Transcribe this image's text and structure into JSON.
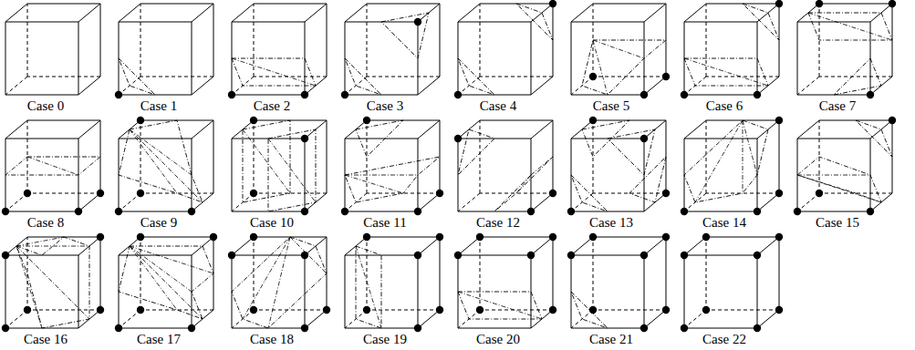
{
  "diagram": {
    "labels": [
      "Case 0",
      "Case 1",
      "Case 2",
      "Case 3",
      "Case 4",
      "Case 5",
      "Case 6",
      "Case 7",
      "Case 8",
      "Case 9",
      "Case 10",
      "Case 11",
      "Case 12",
      "Case 13",
      "Case 14",
      "Case 15",
      "Case 16",
      "Case 17",
      "Case 18",
      "Case 19",
      "Case 20",
      "Case 21",
      "Case 22"
    ]
  }
}
